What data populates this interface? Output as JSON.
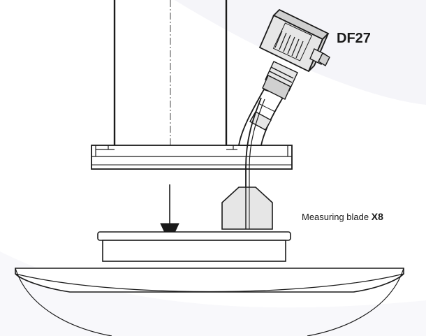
{
  "labels": {
    "device_model": "DF27",
    "blade_text": "Measuring blade",
    "blade_code": "X8"
  },
  "colors": {
    "stroke": "#1a1a1a",
    "fill_light": "#e6e6e6",
    "fill_mid": "#d0d0d0",
    "background_swoosh": "#f6f6fa"
  }
}
